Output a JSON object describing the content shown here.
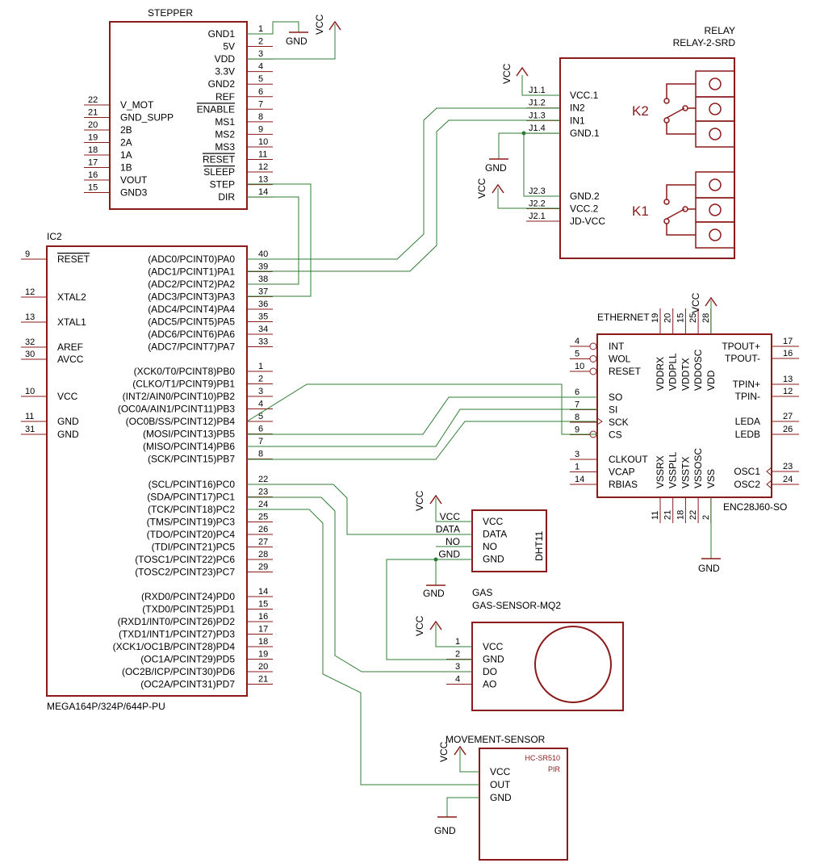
{
  "stepper": {
    "name": "STEPPER",
    "pins_right": [
      {
        "num": "1",
        "label": "GND1"
      },
      {
        "num": "2",
        "label": "5V"
      },
      {
        "num": "3",
        "label": "VDD"
      },
      {
        "num": "4",
        "label": "3.3V"
      },
      {
        "num": "5",
        "label": "GND2"
      },
      {
        "num": "6",
        "label": "REF"
      },
      {
        "num": "7",
        "label": "ENABLE"
      },
      {
        "num": "8",
        "label": "MS1"
      },
      {
        "num": "9",
        "label": "MS2"
      },
      {
        "num": "10",
        "label": "MS3"
      },
      {
        "num": "11",
        "label": "RESET"
      },
      {
        "num": "12",
        "label": "SLEEP"
      },
      {
        "num": "13",
        "label": "STEP"
      },
      {
        "num": "14",
        "label": "DIR"
      }
    ],
    "pins_left": [
      {
        "num": "22",
        "label": "V_MOT"
      },
      {
        "num": "21",
        "label": "GND_SUPP"
      },
      {
        "num": "20",
        "label": "2B"
      },
      {
        "num": "19",
        "label": "2A"
      },
      {
        "num": "18",
        "label": "1A"
      },
      {
        "num": "17",
        "label": "1B"
      },
      {
        "num": "16",
        "label": "VOUT"
      },
      {
        "num": "15",
        "label": "GND3"
      }
    ]
  },
  "relay": {
    "name": "RELAY",
    "value": "RELAY-2-SRD",
    "k2": "K2",
    "k1": "K1",
    "pins_top": [
      {
        "num": "J1.1",
        "label": "VCC.1"
      },
      {
        "num": "J1.2",
        "label": "IN2"
      },
      {
        "num": "J1.3",
        "label": "IN1"
      },
      {
        "num": "J1.4",
        "label": "GND.1"
      }
    ],
    "pins_bottom": [
      {
        "num": "J2.3",
        "label": "GND.2"
      },
      {
        "num": "J2.2",
        "label": "VCC.2"
      },
      {
        "num": "J2.1",
        "label": "JD-VCC"
      }
    ]
  },
  "mcu": {
    "name": "IC2",
    "value": "MEGA164P/324P/644P-PU",
    "pins_left": [
      {
        "num": "9",
        "label": "RESET"
      },
      {
        "num": "12",
        "label": "XTAL2"
      },
      {
        "num": "13",
        "label": "XTAL1"
      },
      {
        "num": "32",
        "label": "AREF"
      },
      {
        "num": "30",
        "label": "AVCC"
      },
      {
        "num": "10",
        "label": "VCC"
      },
      {
        "num": "11",
        "label": "GND"
      },
      {
        "num": "31",
        "label": "GND"
      }
    ],
    "port_a": [
      {
        "num": "40",
        "label": "(ADC0/PCINT0)PA0"
      },
      {
        "num": "39",
        "label": "(ADC1/PCINT1)PA1"
      },
      {
        "num": "38",
        "label": "(ADC2/PCINT2)PA2"
      },
      {
        "num": "37",
        "label": "(ADC3/PCINT3)PA3"
      },
      {
        "num": "36",
        "label": "(ADC4/PCINT4)PA4"
      },
      {
        "num": "35",
        "label": "(ADC5/PCINT5)PA5"
      },
      {
        "num": "34",
        "label": "(ADC6/PCINT6)PA6"
      },
      {
        "num": "33",
        "label": "(ADC7/PCINT7)PA7"
      }
    ],
    "port_b": [
      {
        "num": "1",
        "label": "(XCK0/T0/PCINT8)PB0"
      },
      {
        "num": "2",
        "label": "(CLKO/T1/PCINT9)PB1"
      },
      {
        "num": "3",
        "label": "(INT2/AIN0/PCINT10)PB2"
      },
      {
        "num": "4",
        "label": "(OC0A/AIN1/PCINT11)PB3"
      },
      {
        "num": "5",
        "label": "(OC0B/SS/PCINT12)PB4"
      },
      {
        "num": "6",
        "label": "(MOSI/PCINT13)PB5"
      },
      {
        "num": "7",
        "label": "(MISO/PCINT14)PB6"
      },
      {
        "num": "8",
        "label": "(SCK/PCINT15)PB7"
      }
    ],
    "port_c": [
      {
        "num": "22",
        "label": "(SCL/PCINT16)PC0"
      },
      {
        "num": "23",
        "label": "(SDA/PCINT17)PC1"
      },
      {
        "num": "24",
        "label": "(TCK/PCINT18)PC2"
      },
      {
        "num": "25",
        "label": "(TMS/PCINT19)PC3"
      },
      {
        "num": "26",
        "label": "(TDO/PCINT20)PC4"
      },
      {
        "num": "27",
        "label": "(TDI/PCINT21)PC5"
      },
      {
        "num": "28",
        "label": "(TOSC1/PCINT22)PC6"
      },
      {
        "num": "29",
        "label": "(TOSC2/PCINT23)PC7"
      }
    ],
    "port_d": [
      {
        "num": "14",
        "label": "(RXD0/PCINT24)PD0"
      },
      {
        "num": "15",
        "label": "(TXD0/PCINT25)PD1"
      },
      {
        "num": "16",
        "label": "(RXD1/INT0/PCINT26)PD2"
      },
      {
        "num": "17",
        "label": "(TXD1/INT1/PCINT27)PD3"
      },
      {
        "num": "18",
        "label": "(XCK1/OC1B/PCINT28)PD4"
      },
      {
        "num": "19",
        "label": "(OC1A/PCINT29)PD5"
      },
      {
        "num": "20",
        "label": "(OC2B/ICP/PCINT30)PD6"
      },
      {
        "num": "21",
        "label": "(OC2A/PCINT31)PD7"
      }
    ]
  },
  "ethernet": {
    "name": "ETHERNET",
    "value": "ENC28J60-SO",
    "pins_left_top": [
      {
        "num": "4",
        "label": "INT"
      },
      {
        "num": "5",
        "label": "WOL"
      },
      {
        "num": "10",
        "label": "RESET"
      }
    ],
    "pins_left_spi": [
      {
        "num": "6",
        "label": "SO"
      },
      {
        "num": "7",
        "label": "SI"
      },
      {
        "num": "8",
        "label": "SCK"
      },
      {
        "num": "9",
        "label": "CS"
      }
    ],
    "pins_left_bottom": [
      {
        "num": "3",
        "label": "CLKOUT"
      },
      {
        "num": "1",
        "label": "VCAP"
      },
      {
        "num": "14",
        "label": "RBIAS"
      }
    ],
    "pins_right": [
      {
        "num": "17",
        "label": "TPOUT+"
      },
      {
        "num": "16",
        "label": "TPOUT-"
      },
      {
        "num": "13",
        "label": "TPIN+"
      },
      {
        "num": "12",
        "label": "TPIN-"
      },
      {
        "num": "27",
        "label": "LEDA"
      },
      {
        "num": "26",
        "label": "LEDB"
      },
      {
        "num": "23",
        "label": "OSC1"
      },
      {
        "num": "24",
        "label": "OSC2"
      }
    ],
    "pins_top": [
      {
        "num": "19",
        "label": "VDDRX"
      },
      {
        "num": "20",
        "label": "VDDPLL"
      },
      {
        "num": "15",
        "label": "VDDTX"
      },
      {
        "num": "25",
        "label": "VDDOSC"
      },
      {
        "num": "28",
        "label": "VDD"
      }
    ],
    "pins_bottom": [
      {
        "num": "11",
        "label": "VSSRX"
      },
      {
        "num": "21",
        "label": "VSSPLL"
      },
      {
        "num": "18",
        "label": "VSSTX"
      },
      {
        "num": "22",
        "label": "VSSOSC"
      },
      {
        "num": "2",
        "label": "VSS"
      }
    ]
  },
  "dht": {
    "name": "DHT11",
    "pins": [
      {
        "net": "VCC",
        "label": "VCC"
      },
      {
        "net": "DATA",
        "label": "DATA"
      },
      {
        "net": "NO",
        "label": "NO"
      },
      {
        "net": "GND",
        "label": "GND"
      }
    ]
  },
  "gas": {
    "name": "GAS",
    "value": "GAS-SENSOR-MQ2",
    "pins": [
      {
        "num": "1",
        "label": "VCC"
      },
      {
        "num": "2",
        "label": "GND"
      },
      {
        "num": "3",
        "label": "DO"
      },
      {
        "num": "4",
        "label": "AO"
      }
    ]
  },
  "pir": {
    "name": "MOVEMENT-SENSOR",
    "model": "HC-SR510",
    "type": "PIR",
    "pins": [
      {
        "label": "VCC"
      },
      {
        "label": "OUT"
      },
      {
        "label": "GND"
      }
    ]
  },
  "supply": {
    "vcc": "VCC",
    "gnd": "GND"
  },
  "colors": {
    "part": "#8b1a1a",
    "wire": "#2e7d32",
    "text": "#000000"
  }
}
